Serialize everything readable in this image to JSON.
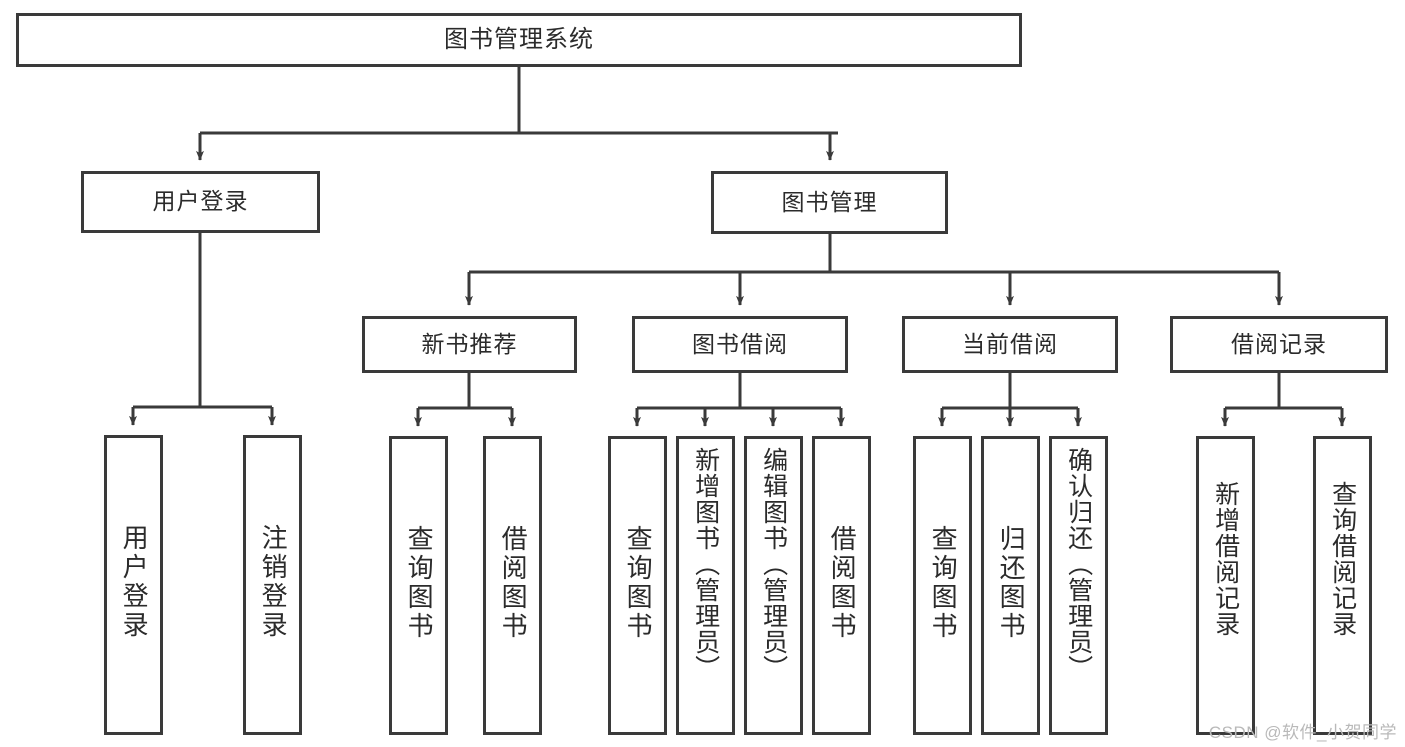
{
  "diagram": {
    "title": "图书管理系统",
    "type": "tree-hierarchy-chart",
    "watermark": "CSDN @软件_小贺同学",
    "colors": {
      "stroke": "#3a3a3a",
      "fill": "#ffffff",
      "text": "#2b2b2b",
      "watermark": "#b9b9b9"
    },
    "nodes": {
      "root": {
        "label": "图书管理系统"
      },
      "level1": [
        {
          "id": "user-login",
          "label": "用户登录"
        },
        {
          "id": "book-manage",
          "label": "图书管理"
        }
      ],
      "level2": [
        {
          "id": "new-book-recommend",
          "label": "新书推荐"
        },
        {
          "id": "book-borrow",
          "label": "图书借阅"
        },
        {
          "id": "current-borrow",
          "label": "当前借阅"
        },
        {
          "id": "borrow-record",
          "label": "借阅记录"
        }
      ],
      "leaves": {
        "user_login": [
          {
            "id": "leaf-user-login",
            "label": "用户登录"
          },
          {
            "id": "leaf-logout",
            "label": "注销登录"
          }
        ],
        "new_book_recommend": [
          {
            "id": "leaf-query-book-1",
            "label": "查询图书"
          },
          {
            "id": "leaf-borrow-book-1",
            "label": "借阅图书"
          }
        ],
        "book_borrow": [
          {
            "id": "leaf-query-book-2",
            "label": "查询图书"
          },
          {
            "id": "leaf-add-book",
            "label": "新增图书（管理员）"
          },
          {
            "id": "leaf-edit-book",
            "label": "编辑图书（管理员）"
          },
          {
            "id": "leaf-borrow-book-2",
            "label": "借阅图书"
          }
        ],
        "current_borrow": [
          {
            "id": "leaf-query-book-3",
            "label": "查询图书"
          },
          {
            "id": "leaf-return-book",
            "label": "归还图书"
          },
          {
            "id": "leaf-confirm-return",
            "label": "确认归还（管理员）"
          }
        ],
        "borrow_record": [
          {
            "id": "leaf-add-record",
            "label": "新增借阅记录"
          },
          {
            "id": "leaf-query-record",
            "label": "查询借阅记录"
          }
        ]
      }
    }
  }
}
